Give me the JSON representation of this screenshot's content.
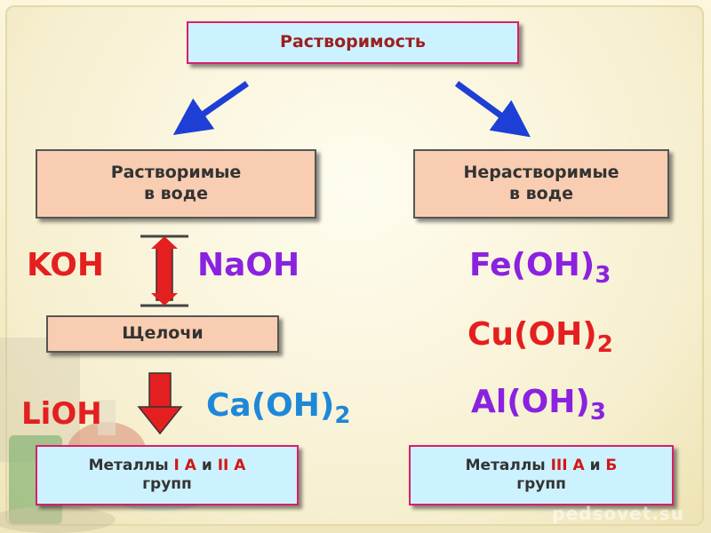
{
  "title": "Растворимость",
  "soluble_box": {
    "line1": "Растворимые",
    "line2": "в воде"
  },
  "insoluble_box": {
    "line1": "Нерастворимые",
    "line2": "в воде"
  },
  "alkali_box": "Щелочи",
  "soluble_formulas": {
    "koh": "KOH",
    "naoh": "NaOH",
    "lioh": "LiOH",
    "caoh_base": "Ca(OH)",
    "caoh_sub": "2"
  },
  "insoluble_formulas": {
    "fe_base": "Fe(OH)",
    "fe_sub": "3",
    "cu_base": "Cu(OH)",
    "cu_sub": "2",
    "al_base": "Al(OH)",
    "al_sub": "3"
  },
  "metals_left": {
    "prefix": "Металлы ",
    "group1": "I А",
    "conj": " и ",
    "group2": "II А",
    "suffix": "групп"
  },
  "metals_right": {
    "prefix": "Металлы ",
    "group1": "III А",
    "conj": " и ",
    "group2": "Б",
    "suffix": "групп"
  },
  "watermark": "pedsovet.su",
  "colors": {
    "title_border": "#d6206b",
    "title_bg": "#ccf2ff",
    "peach_bg": "#f9cdb1",
    "arrow_blue": "#1d3fd6",
    "arrow_red": "#e41f1f"
  },
  "icons": [
    "arrow-down-left-icon",
    "arrow-down-right-icon",
    "double-arrow-vertical-icon",
    "arrow-down-red-icon",
    "lab-glassware-image"
  ]
}
